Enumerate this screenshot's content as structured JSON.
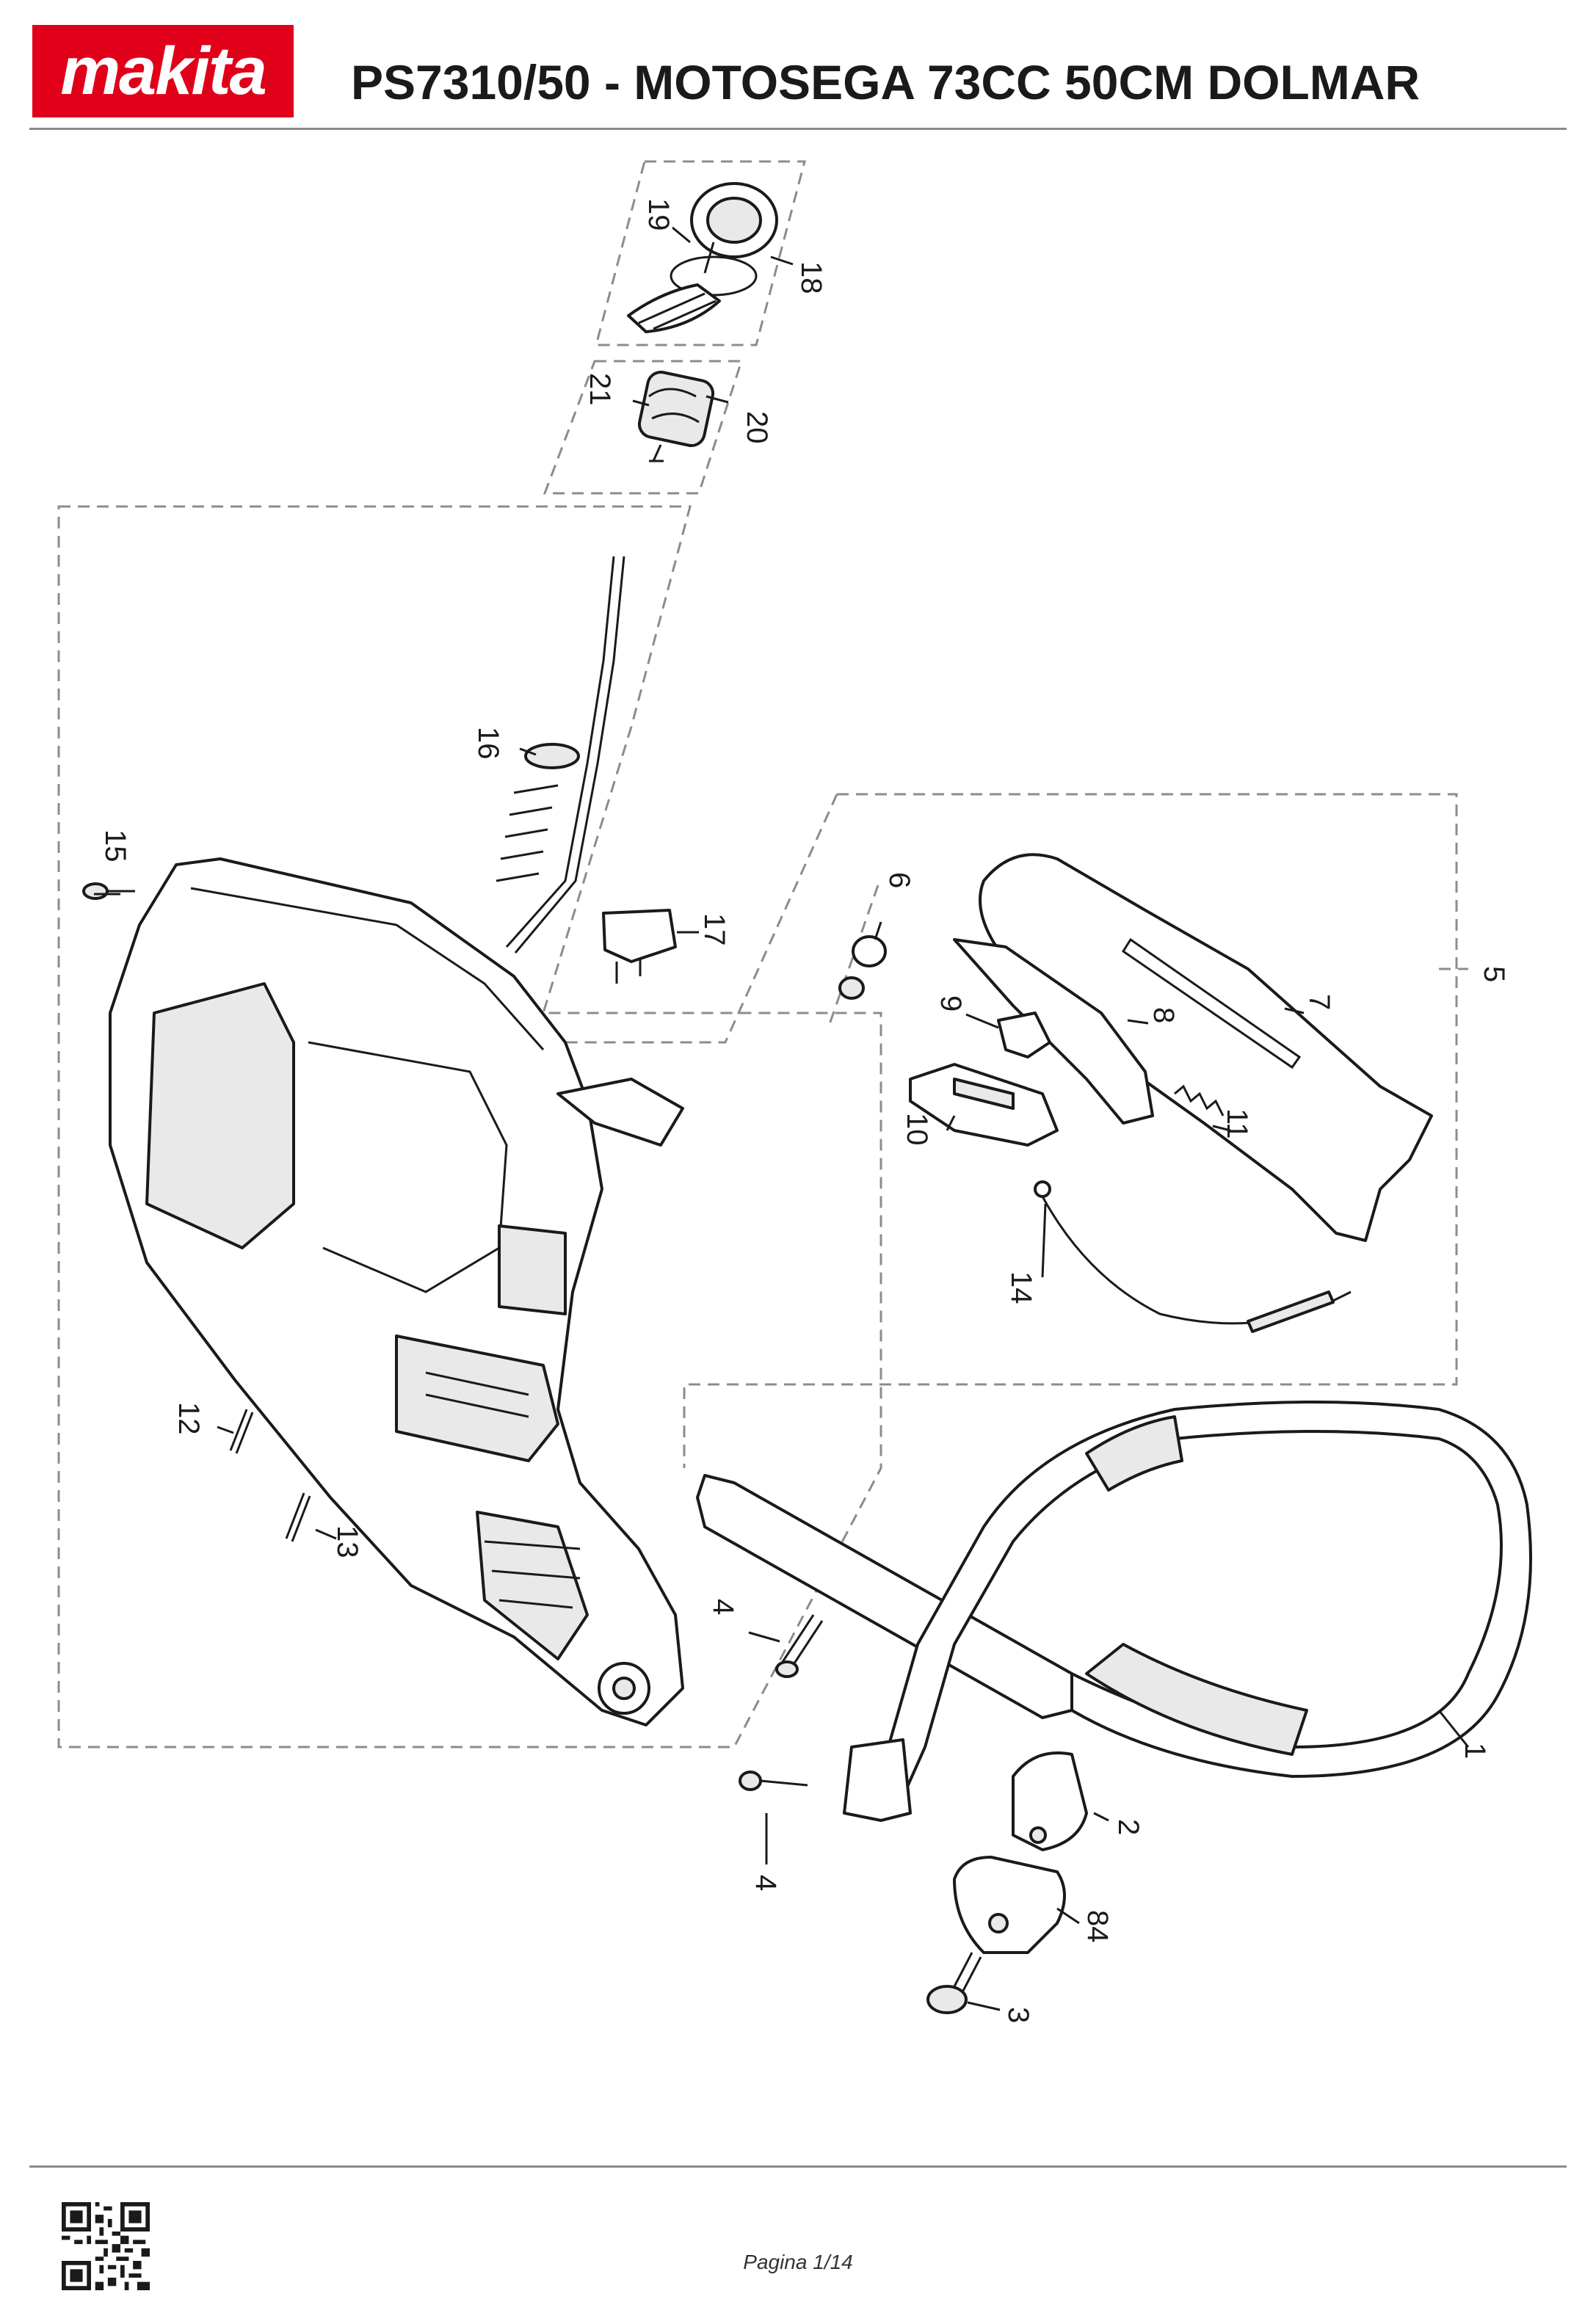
{
  "header": {
    "brand": "makita",
    "title": "PS7310/50 - MOTOSEGA 73CC 50CM DOLMAR"
  },
  "diagram": {
    "part_labels": [
      "1",
      "2",
      "3",
      "4",
      "4",
      "5",
      "6",
      "7",
      "8",
      "9",
      "10",
      "11",
      "12",
      "13",
      "14",
      "15",
      "16",
      "17",
      "18",
      "19",
      "20",
      "21",
      "84"
    ]
  },
  "footer": {
    "page": "Pagina 1/14"
  },
  "colors": {
    "brand_red": "#e0001a",
    "rule_gray": "#8a8a8a",
    "dash_gray": "#8c8c8c"
  }
}
